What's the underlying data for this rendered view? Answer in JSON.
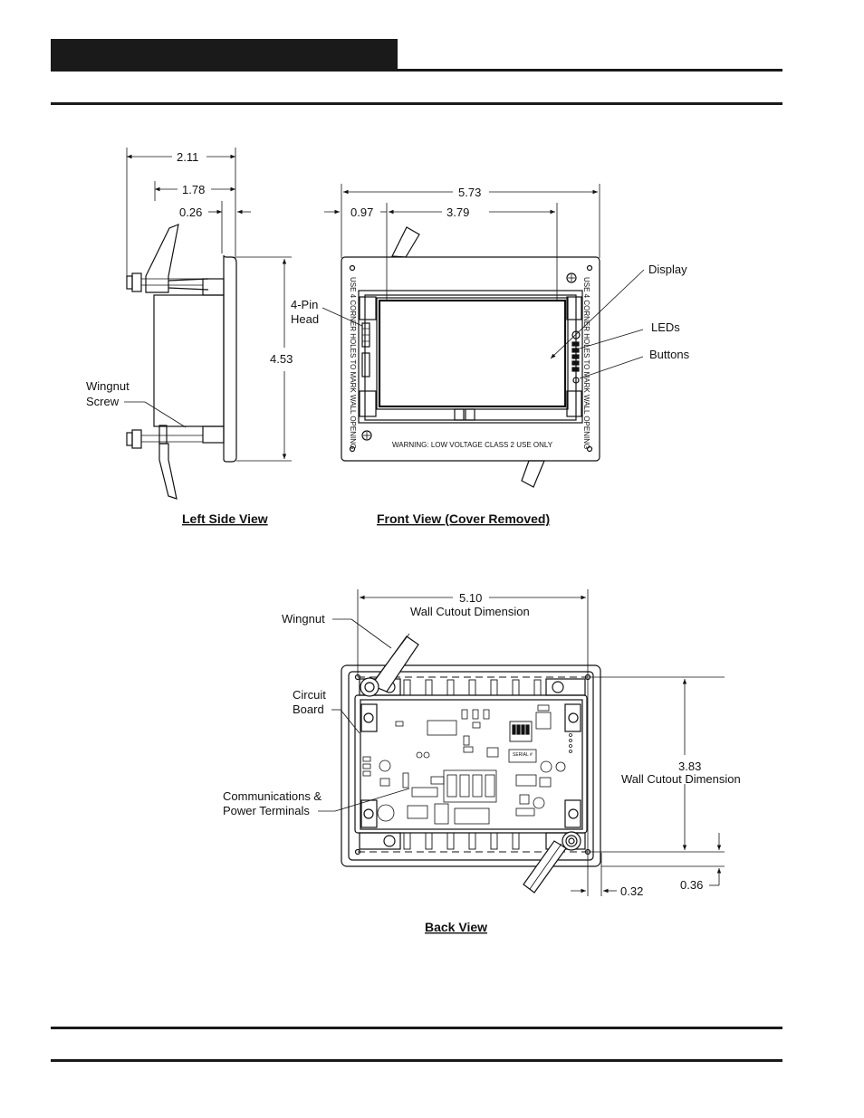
{
  "side_view": {
    "dim_total_depth": "2.11",
    "dim_body_depth": "1.78",
    "dim_plate": "0.26",
    "dim_height": "4.53",
    "label_wingnut_screw_1": "Wingnut",
    "label_wingnut_screw_2": "Screw",
    "caption": "Left Side View"
  },
  "front_view": {
    "dim_width": "5.73",
    "dim_offset": "0.97",
    "dim_display": "3.79",
    "label_pin_head_1": "4-Pin",
    "label_pin_head_2": "Head",
    "label_display": "Display",
    "label_leds": "LEDs",
    "label_buttons": "Buttons",
    "side_text": "USE 4 CORNER HOLES TO MARK WALL OPENING",
    "warning": "WARNING: LOW VOLTAGE CLASS 2 USE ONLY",
    "caption": "Front View (Cover Removed)"
  },
  "back_view": {
    "dim_cutout_width": "5.10",
    "label_cutout_width": "Wall Cutout Dimension",
    "dim_cutout_height": "3.83",
    "label_cutout_height": "Wall Cutout Dimension",
    "dim_right_offset": "0.32",
    "dim_bottom_offset": "0.36",
    "label_wingnut": "Wingnut",
    "label_circuit_1": "Circuit",
    "label_circuit_2": "Board",
    "label_comm_1": "Communications &",
    "label_comm_2": "Power Terminals",
    "board_serial": "SERIAL #",
    "caption": "Back View"
  }
}
